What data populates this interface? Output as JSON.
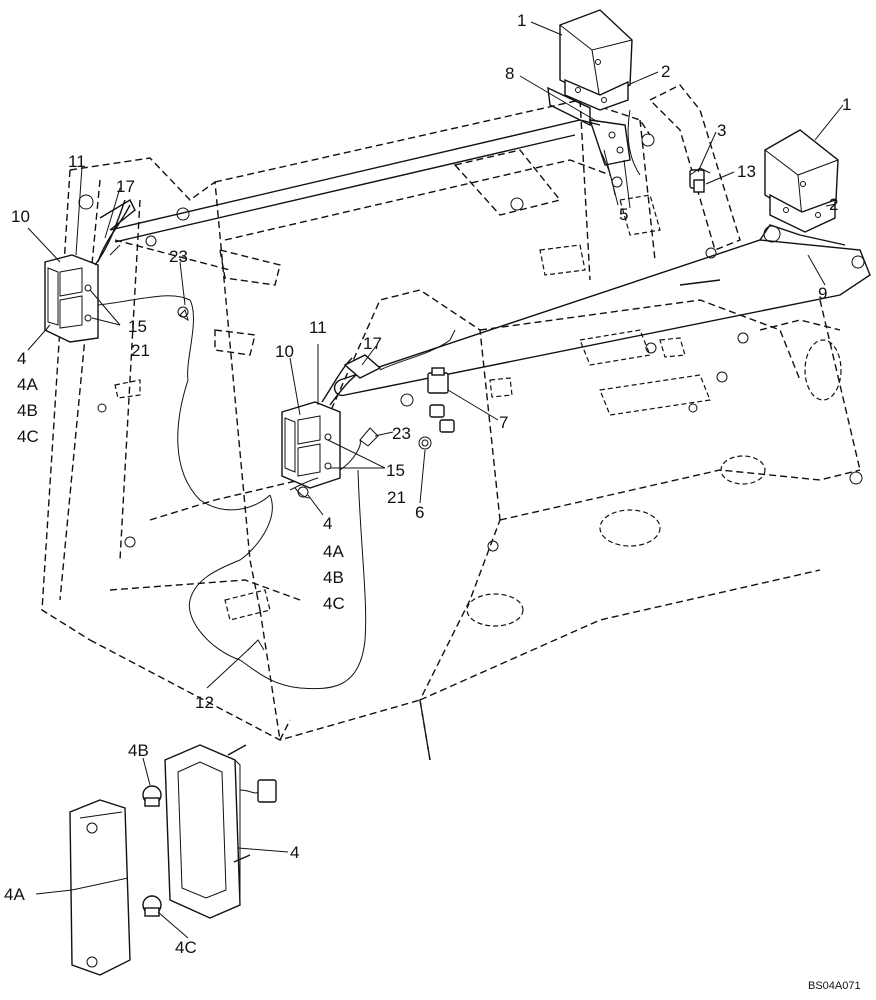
{
  "diagram": {
    "reference_code": "BS04A071",
    "callouts": [
      {
        "id": "c1a",
        "label": "1"
      },
      {
        "id": "c1b",
        "label": "1"
      },
      {
        "id": "c2a",
        "label": "2"
      },
      {
        "id": "c2b",
        "label": "2"
      },
      {
        "id": "c3",
        "label": "3"
      },
      {
        "id": "c13",
        "label": "13"
      },
      {
        "id": "c8",
        "label": "8"
      },
      {
        "id": "c5",
        "label": "5"
      },
      {
        "id": "c9",
        "label": "9"
      },
      {
        "id": "c11a",
        "label": "11"
      },
      {
        "id": "c17a",
        "label": "17"
      },
      {
        "id": "c10a",
        "label": "10"
      },
      {
        "id": "c23a",
        "label": "23"
      },
      {
        "id": "c15a",
        "label": "15"
      },
      {
        "id": "c21a",
        "label": "21"
      },
      {
        "id": "c4a",
        "label": "4"
      },
      {
        "id": "c4Aa",
        "label": "4A"
      },
      {
        "id": "c4Ba",
        "label": "4B"
      },
      {
        "id": "c4Ca",
        "label": "4C"
      },
      {
        "id": "c11b",
        "label": "11"
      },
      {
        "id": "c10b",
        "label": "10"
      },
      {
        "id": "c17b",
        "label": "17"
      },
      {
        "id": "c7",
        "label": "7"
      },
      {
        "id": "c23b",
        "label": "23"
      },
      {
        "id": "c15b",
        "label": "15"
      },
      {
        "id": "c21b",
        "label": "21"
      },
      {
        "id": "c6",
        "label": "6"
      },
      {
        "id": "c4b",
        "label": "4"
      },
      {
        "id": "c4Ab",
        "label": "4A"
      },
      {
        "id": "c4Bb",
        "label": "4B"
      },
      {
        "id": "c4Cb",
        "label": "4C"
      },
      {
        "id": "c12",
        "label": "12"
      },
      {
        "id": "c4Bd",
        "label": "4B"
      },
      {
        "id": "c4d",
        "label": "4"
      },
      {
        "id": "c4Ad",
        "label": "4A"
      },
      {
        "id": "c4Cd",
        "label": "4C"
      }
    ]
  }
}
